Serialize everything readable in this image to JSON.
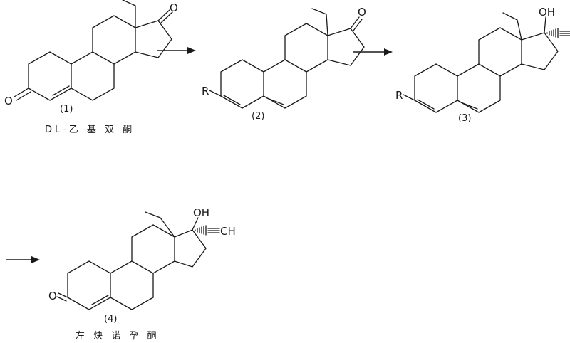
{
  "compounds": [
    {
      "number": "(1)",
      "name": "DL-乙 基 双 酮",
      "substituent_3": "O",
      "substituent_17": "O"
    },
    {
      "number": "(2)",
      "name": "",
      "substituent_3": "R",
      "substituent_17": "O"
    },
    {
      "number": "(3)",
      "name": "",
      "substituent_3": "R",
      "hydroxyl_17": "OH"
    },
    {
      "number": "(4)",
      "name": "左 炔 诺 孕 酮",
      "substituent_3": "O",
      "hydroxyl_17": "OH",
      "alkyne_terminal": "CH"
    }
  ],
  "arrows": 3
}
